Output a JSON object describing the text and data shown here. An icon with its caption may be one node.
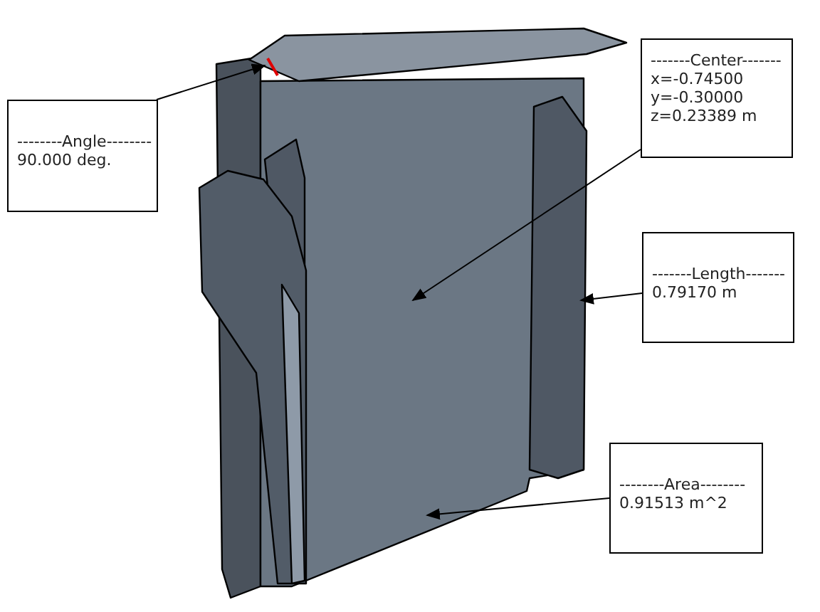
{
  "diagram": {
    "nodes": [
      {
        "text": [
          "--------Angle--------",
          "90.000 deg."
        ]
      },
      {
        "text": [
          "-------Center-------",
          "x=-0.74500",
          "y=-0.30000",
          "z=0.23389 m"
        ]
      },
      {
        "text": [
          "-------Length-------",
          "0.79170 m"
        ]
      },
      {
        "text": [
          "--------Area--------",
          "0.91513 m^2"
        ]
      }
    ],
    "edges": [
      {
        "from": 0,
        "to": null,
        "arrow": "to"
      },
      {
        "from": 1,
        "to": null,
        "arrow": "to"
      },
      {
        "from": 2,
        "to": null,
        "arrow": "to"
      },
      {
        "from": 3,
        "to": null,
        "arrow": "to"
      }
    ]
  }
}
